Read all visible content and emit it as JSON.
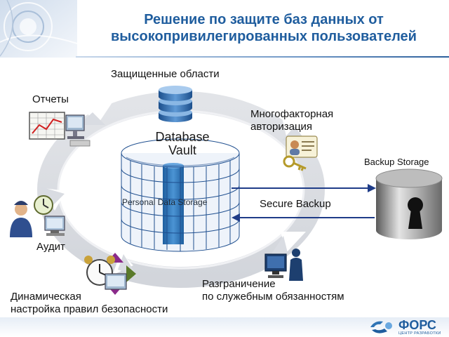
{
  "title": {
    "line1": "Решение по защите баз данных от",
    "line2": "высокопривилегированных пользователей"
  },
  "center": {
    "vault_line1": "Database",
    "vault_line2": "Vault",
    "inner_label": "Personal Data Storage"
  },
  "features": {
    "protected_areas": "Защищенные области",
    "reports": "Отчеты",
    "mfa_line1": "Многофакторная",
    "mfa_line2": "авторизация",
    "audit": "Аудит",
    "dynamic_line1": "Динамическая",
    "dynamic_line2": "настройка правил безопасности",
    "separation_line1": "Разграничение",
    "separation_line2": "по служебным обязанностям"
  },
  "backup": {
    "storage_label": "Backup Storage",
    "link_label": "Secure Backup"
  },
  "logo": {
    "name": "ФОРС",
    "subtitle": "ЦЕНТР РАЗРАБОТКИ"
  },
  "colors": {
    "title": "#1f5d9e",
    "cylinder_mesh": "#1f4f8f",
    "inner_core": "#2f74b5",
    "arrow": "#1f3c88"
  },
  "icons": [
    "database-stack-icon",
    "reports-monitor-icon",
    "id-card-key-icon",
    "auditor-clock-icon",
    "alarm-clock-icon",
    "person-monitor-icon",
    "lock-keyhole-icon",
    "fors-logo-icon"
  ]
}
